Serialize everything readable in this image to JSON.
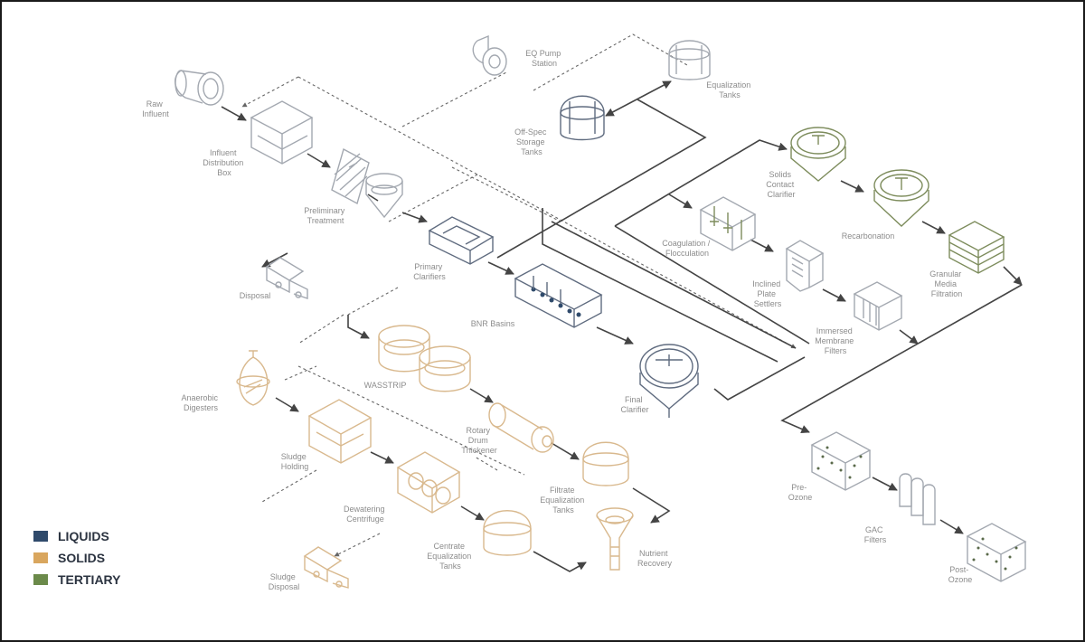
{
  "labels": {
    "raw_influent": [
      "Raw",
      "Influent"
    ],
    "influent_distribution_box": [
      "Influent",
      "Distribution",
      "Box"
    ],
    "preliminary_treatment": [
      "Preliminary",
      "Treatment"
    ],
    "disposal": [
      "Disposal"
    ],
    "eq_pump_station": [
      "EQ Pump",
      "Station"
    ],
    "equalization_tanks": [
      "Equalization",
      "Tanks"
    ],
    "off_spec_storage_tanks": [
      "Off-Spec",
      "Storage",
      "Tanks"
    ],
    "primary_clarifiers": [
      "Primary",
      "Clarifiers"
    ],
    "bnr_basins": [
      "BNR Basins"
    ],
    "wasstrip": [
      "WASSTRIP"
    ],
    "rotary_drum_thickener": [
      "Rotary",
      "Drum",
      "Thickener"
    ],
    "anaerobic_digesters": [
      "Anaerobic",
      "Digesters"
    ],
    "sludge_holding": [
      "Sludge",
      "Holding"
    ],
    "dewatering_centrifuge": [
      "Dewatering",
      "Centrifuge"
    ],
    "sludge_disposal": [
      "Sludge",
      "Disposal"
    ],
    "filtrate_equalization_tanks": [
      "Filtrate",
      "Equalization",
      "Tanks"
    ],
    "centrate_equalization_tanks": [
      "Centrate",
      "Equalization",
      "Tanks"
    ],
    "nutrient_recovery": [
      "Nutrient",
      "Recovery"
    ],
    "final_clarifier": [
      "Final",
      "Clarifier"
    ],
    "solids_contact_clarifier": [
      "Solids",
      "Contact",
      "Clarifier"
    ],
    "recarbonation": [
      "Recarbonation"
    ],
    "granular_media_filtration": [
      "Granular",
      "Media",
      "Filtration"
    ],
    "coagulation_flocculation": [
      "Coagulation /",
      "Flocculation"
    ],
    "inclined_plate_settlers": [
      "Inclined",
      "Plate",
      "Settlers"
    ],
    "immersed_membrane_filters": [
      "Immersed",
      "Membrane",
      "Filters"
    ],
    "pre_ozone": [
      "Pre-",
      "Ozone"
    ],
    "gac_filters": [
      "GAC",
      "Filters"
    ],
    "post_ozone": [
      "Post-",
      "Ozone"
    ]
  },
  "legend": {
    "items": [
      {
        "label": "LIQUIDS",
        "color": "#2f4a6b"
      },
      {
        "label": "SOLIDS",
        "color": "#d9a65e"
      },
      {
        "label": "TERTIARY",
        "color": "#6b8a4a"
      }
    ]
  },
  "colors": {
    "liquids_stroke": "#5f6b7f",
    "solids_stroke": "#d9b98e",
    "tertiary_stroke": "#7d8c5c",
    "grey_stroke": "#a3a8b0",
    "label_text": "#8c8c8c",
    "frame": "#1a1a1a"
  }
}
